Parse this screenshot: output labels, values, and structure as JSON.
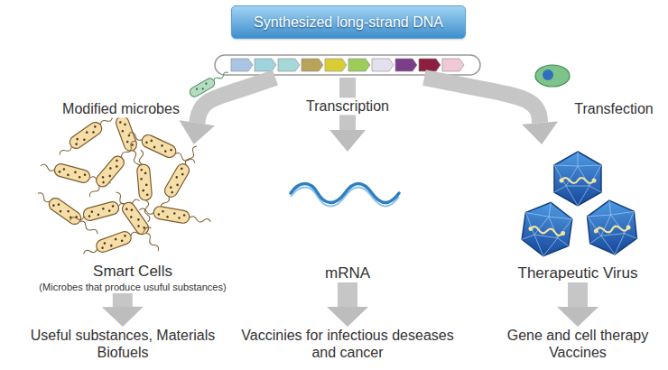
{
  "diagram": {
    "nodes": [
      {
        "text": [
          "Synthesized long-strand DNA"
        ]
      },
      {
        "text": [
          "Smart Cells",
          "(Microbes that produce usuful substances)"
        ]
      },
      {
        "text": [
          "mRNA"
        ]
      },
      {
        "text": [
          "Therapeutic Virus"
        ]
      },
      {
        "text": [
          "Useful substances, Materials Biofuels"
        ]
      },
      {
        "text": [
          "Vaccinies for infectious deseases and cancer"
        ]
      },
      {
        "text": [
          "Gene and cell therapy Vaccines"
        ]
      }
    ],
    "edges": [
      {
        "from": 0,
        "to": 1,
        "arrow": "to",
        "label": "Modified microbes"
      },
      {
        "from": 0,
        "to": 2,
        "arrow": "to",
        "label": "Transcription"
      },
      {
        "from": 0,
        "to": 3,
        "arrow": "to",
        "label": "Transfection"
      },
      {
        "from": 1,
        "to": 4,
        "arrow": "to"
      },
      {
        "from": 2,
        "to": 5,
        "arrow": "to"
      },
      {
        "from": 3,
        "to": 6,
        "arrow": "to"
      }
    ]
  }
}
